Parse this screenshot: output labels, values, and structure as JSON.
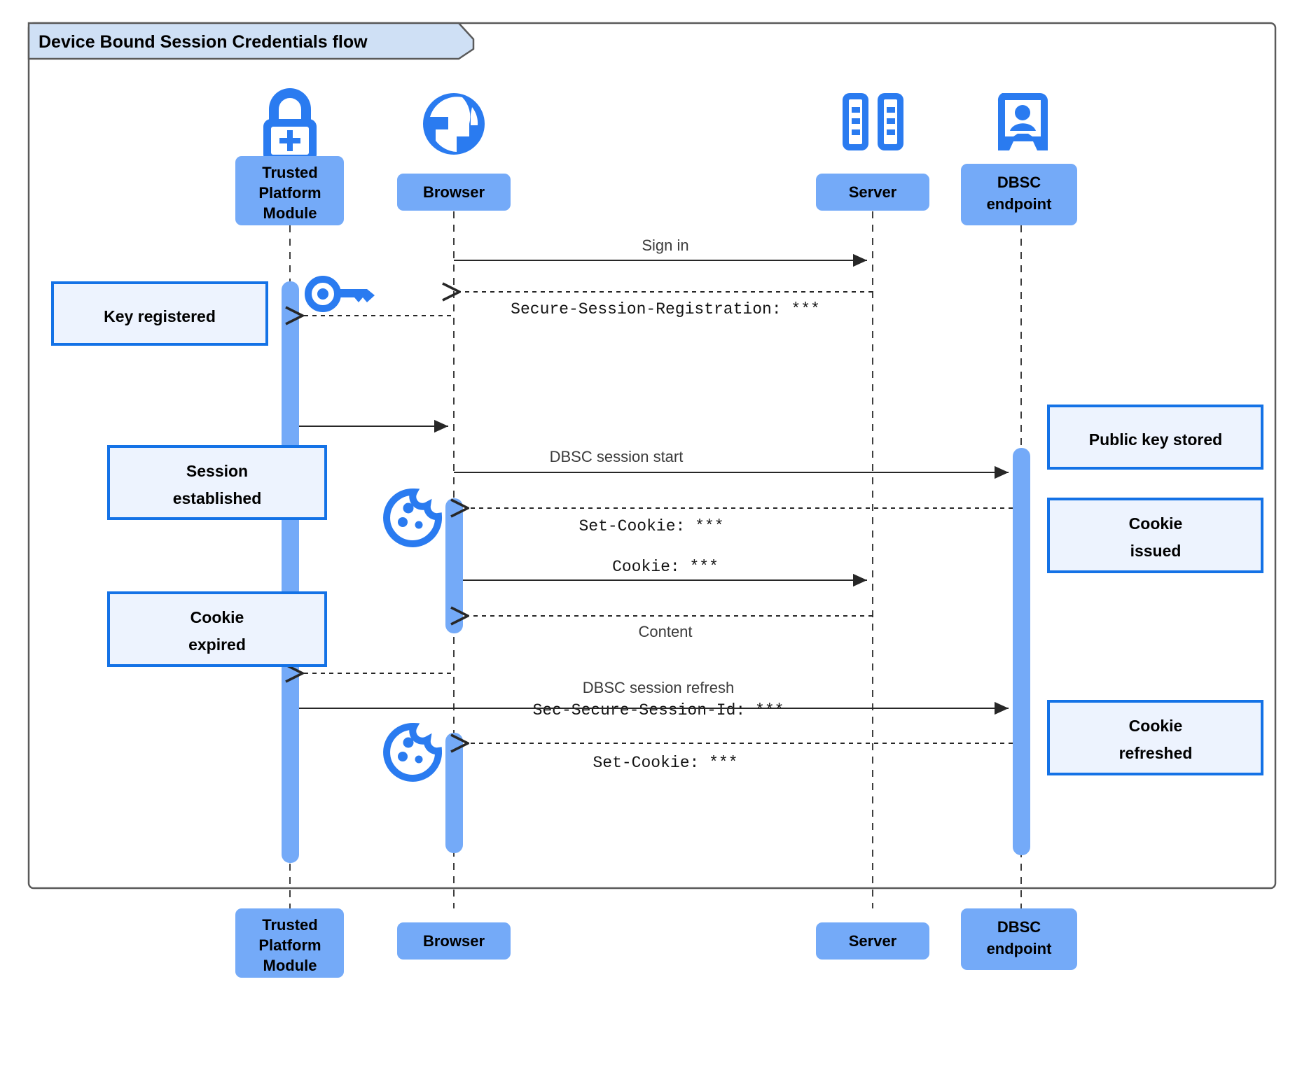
{
  "diagram": {
    "title": "Device Bound Session Credentials flow",
    "type": "uml-sequence-diagram",
    "colors": {
      "participant_box": "#74aaf8",
      "activation_bar": "#74aaf8",
      "note_fill": "#edf3fe",
      "note_border": "#1472e6",
      "icon_blue": "#2a7bf0",
      "title_tab_fill": "#cfe0f5",
      "frame_border": "#5a5a5a",
      "message_line": "#272727"
    }
  },
  "participants": [
    {
      "id": "tpm",
      "label_line1": "Trusted",
      "label_line2": "Platform",
      "label_line3": "Module",
      "icon": "padlock-plus-icon"
    },
    {
      "id": "browser",
      "label_line1": "Browser",
      "label_line2": "",
      "label_line3": "",
      "icon": "globe-icon"
    },
    {
      "id": "server",
      "label_line1": "Server",
      "label_line2": "",
      "label_line3": "",
      "icon": "server-rack-icon"
    },
    {
      "id": "dbsc",
      "label_line1": "DBSC",
      "label_line2": "endpoint",
      "label_line3": "",
      "icon": "id-badge-icon"
    }
  ],
  "messages": [
    {
      "id": "m1",
      "from": "browser",
      "to": "server",
      "label": "Sign in",
      "label2": "",
      "style": "solid",
      "mono": false
    },
    {
      "id": "m2",
      "from": "server",
      "to": "browser",
      "label": "Secure-Session-Registration: ***",
      "label2": "",
      "style": "dashed",
      "mono": true
    },
    {
      "id": "m3",
      "from": "browser",
      "to": "tpm",
      "label": "",
      "label2": "",
      "style": "dashed",
      "mono": false
    },
    {
      "id": "m4",
      "from": "tpm",
      "to": "browser",
      "label": "",
      "label2": "",
      "style": "solid",
      "mono": false
    },
    {
      "id": "m5",
      "from": "browser",
      "to": "dbsc",
      "label": "DBSC session start",
      "label2": "",
      "style": "solid",
      "mono": false
    },
    {
      "id": "m6",
      "from": "dbsc",
      "to": "browser",
      "label": "Set-Cookie: ***",
      "label2": "",
      "style": "dashed",
      "mono": true
    },
    {
      "id": "m7",
      "from": "browser",
      "to": "server",
      "label": "Cookie: ***",
      "label2": "",
      "style": "solid",
      "mono": true
    },
    {
      "id": "m8",
      "from": "server",
      "to": "browser",
      "label": "Content",
      "label2": "",
      "style": "dashed",
      "mono": false
    },
    {
      "id": "m9",
      "from": "browser",
      "to": "tpm",
      "label": "",
      "label2": "",
      "style": "dashed",
      "mono": false
    },
    {
      "id": "m10",
      "from": "tpm",
      "to": "dbsc",
      "label": "DBSC session refresh",
      "label2": "Sec-Secure-Session-Id: ***",
      "style": "solid",
      "mono": false
    },
    {
      "id": "m11",
      "from": "dbsc",
      "to": "browser",
      "label": "Set-Cookie: ***",
      "label2": "",
      "style": "dashed",
      "mono": true
    }
  ],
  "notes": [
    {
      "id": "n1",
      "side": "left",
      "line1": "Key registered",
      "line2": ""
    },
    {
      "id": "n2",
      "side": "left",
      "line1": "Session",
      "line2": "established"
    },
    {
      "id": "n3",
      "side": "left",
      "line1": "Cookie",
      "line2": "expired"
    },
    {
      "id": "n4",
      "side": "right",
      "line1": "Public key stored",
      "line2": ""
    },
    {
      "id": "n5",
      "side": "right",
      "line1": "Cookie",
      "line2": "issued"
    },
    {
      "id": "n6",
      "side": "right",
      "line1": "Cookie",
      "line2": "refreshed"
    }
  ],
  "inline_icons": [
    {
      "id": "key1",
      "name": "key-icon",
      "near": "tpm"
    },
    {
      "id": "cookie1",
      "name": "cookie-icon",
      "near": "browser"
    },
    {
      "id": "cookie2",
      "name": "cookie-icon",
      "near": "browser"
    }
  ]
}
